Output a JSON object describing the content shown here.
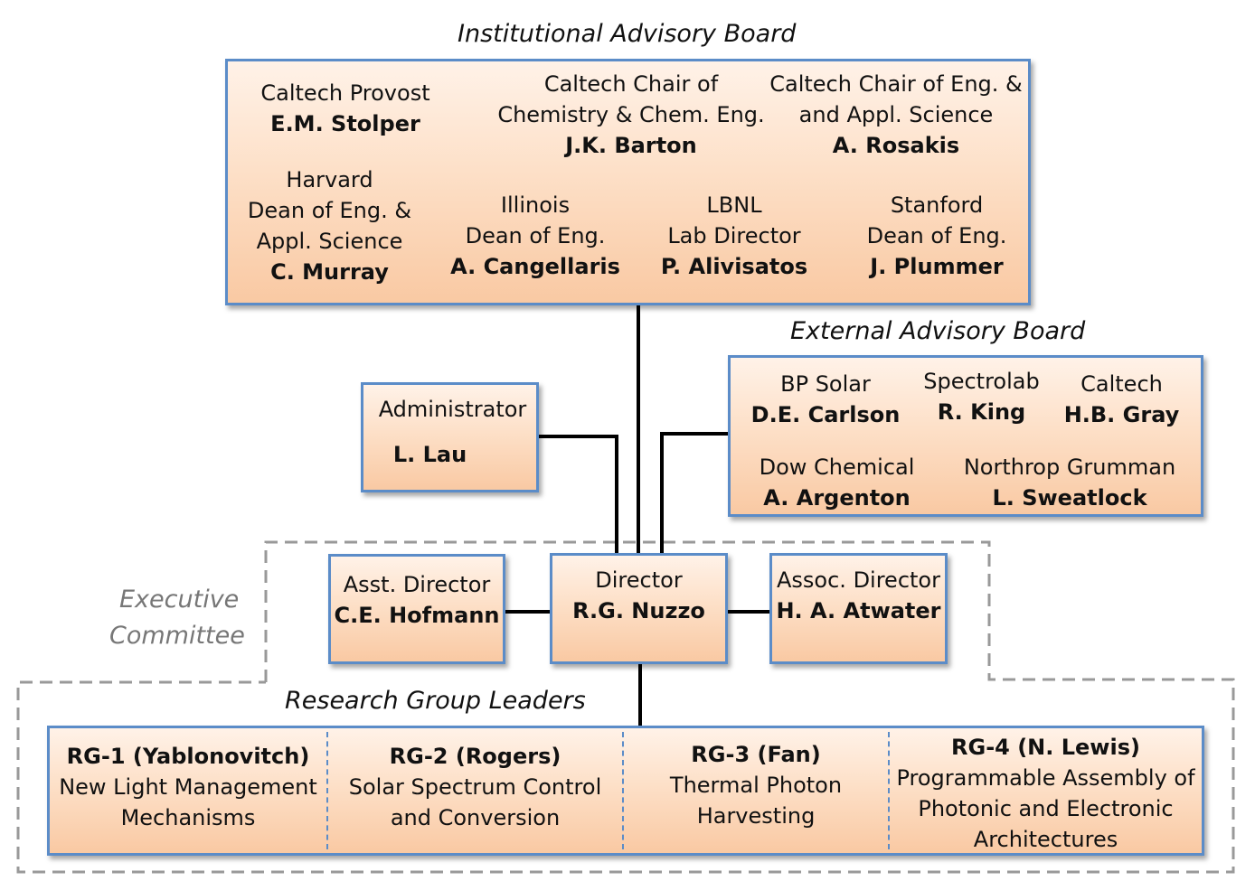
{
  "institutional": {
    "title": "Institutional Advisory Board",
    "members": [
      {
        "lines": [
          "Caltech Provost"
        ],
        "name": "E.M. Stolper"
      },
      {
        "lines": [
          "Caltech Chair of",
          "Chemistry & Chem. Eng."
        ],
        "name": "J.K. Barton"
      },
      {
        "lines": [
          "Caltech Chair of Eng. &",
          "and Appl. Science"
        ],
        "name": "A. Rosakis"
      },
      {
        "lines": [
          "Harvard",
          "Dean of Eng. &",
          "Appl. Science"
        ],
        "name": "C. Murray"
      },
      {
        "lines": [
          "Illinois",
          "Dean of Eng."
        ],
        "name": "A. Cangellaris"
      },
      {
        "lines": [
          "LBNL",
          "Lab Director"
        ],
        "name": "P. Alivisatos"
      },
      {
        "lines": [
          "Stanford",
          "Dean of Eng."
        ],
        "name": "J. Plummer"
      }
    ]
  },
  "external": {
    "title": "External Advisory Board",
    "members": [
      {
        "lines": [
          "BP Solar"
        ],
        "name": "D.E. Carlson"
      },
      {
        "lines": [
          "Spectrolab"
        ],
        "name": "R. King"
      },
      {
        "lines": [
          "Caltech"
        ],
        "name": "H.B. Gray"
      },
      {
        "lines": [
          "Dow Chemical"
        ],
        "name": "A. Argenton"
      },
      {
        "lines": [
          "Northrop Grumman"
        ],
        "name": "L. Sweatlock"
      }
    ]
  },
  "administrator": {
    "role": "Administrator",
    "name": "L. Lau"
  },
  "executive": {
    "label_line1": "Executive",
    "label_line2": "Committee",
    "asst": {
      "role": "Asst. Director",
      "name": "C.E. Hofmann"
    },
    "director": {
      "role": "Director",
      "name": "R.G. Nuzzo"
    },
    "assoc": {
      "role": "Assoc. Director",
      "name": "H. A. Atwater"
    }
  },
  "research": {
    "title": "Research Group Leaders",
    "groups": [
      {
        "name": "RG-1 (Yablonovitch)",
        "lines": [
          "New Light Management",
          "Mechanisms"
        ]
      },
      {
        "name": "RG-2 (Rogers)",
        "lines": [
          "Solar Spectrum Control",
          "and Conversion"
        ]
      },
      {
        "name": "RG-3 (Fan)",
        "lines": [
          "Thermal Photon",
          "Harvesting"
        ]
      },
      {
        "name": "RG-4 (N. Lewis)",
        "lines": [
          "Programmable Assembly of",
          "Photonic and Electronic",
          "Architectures"
        ]
      }
    ]
  }
}
